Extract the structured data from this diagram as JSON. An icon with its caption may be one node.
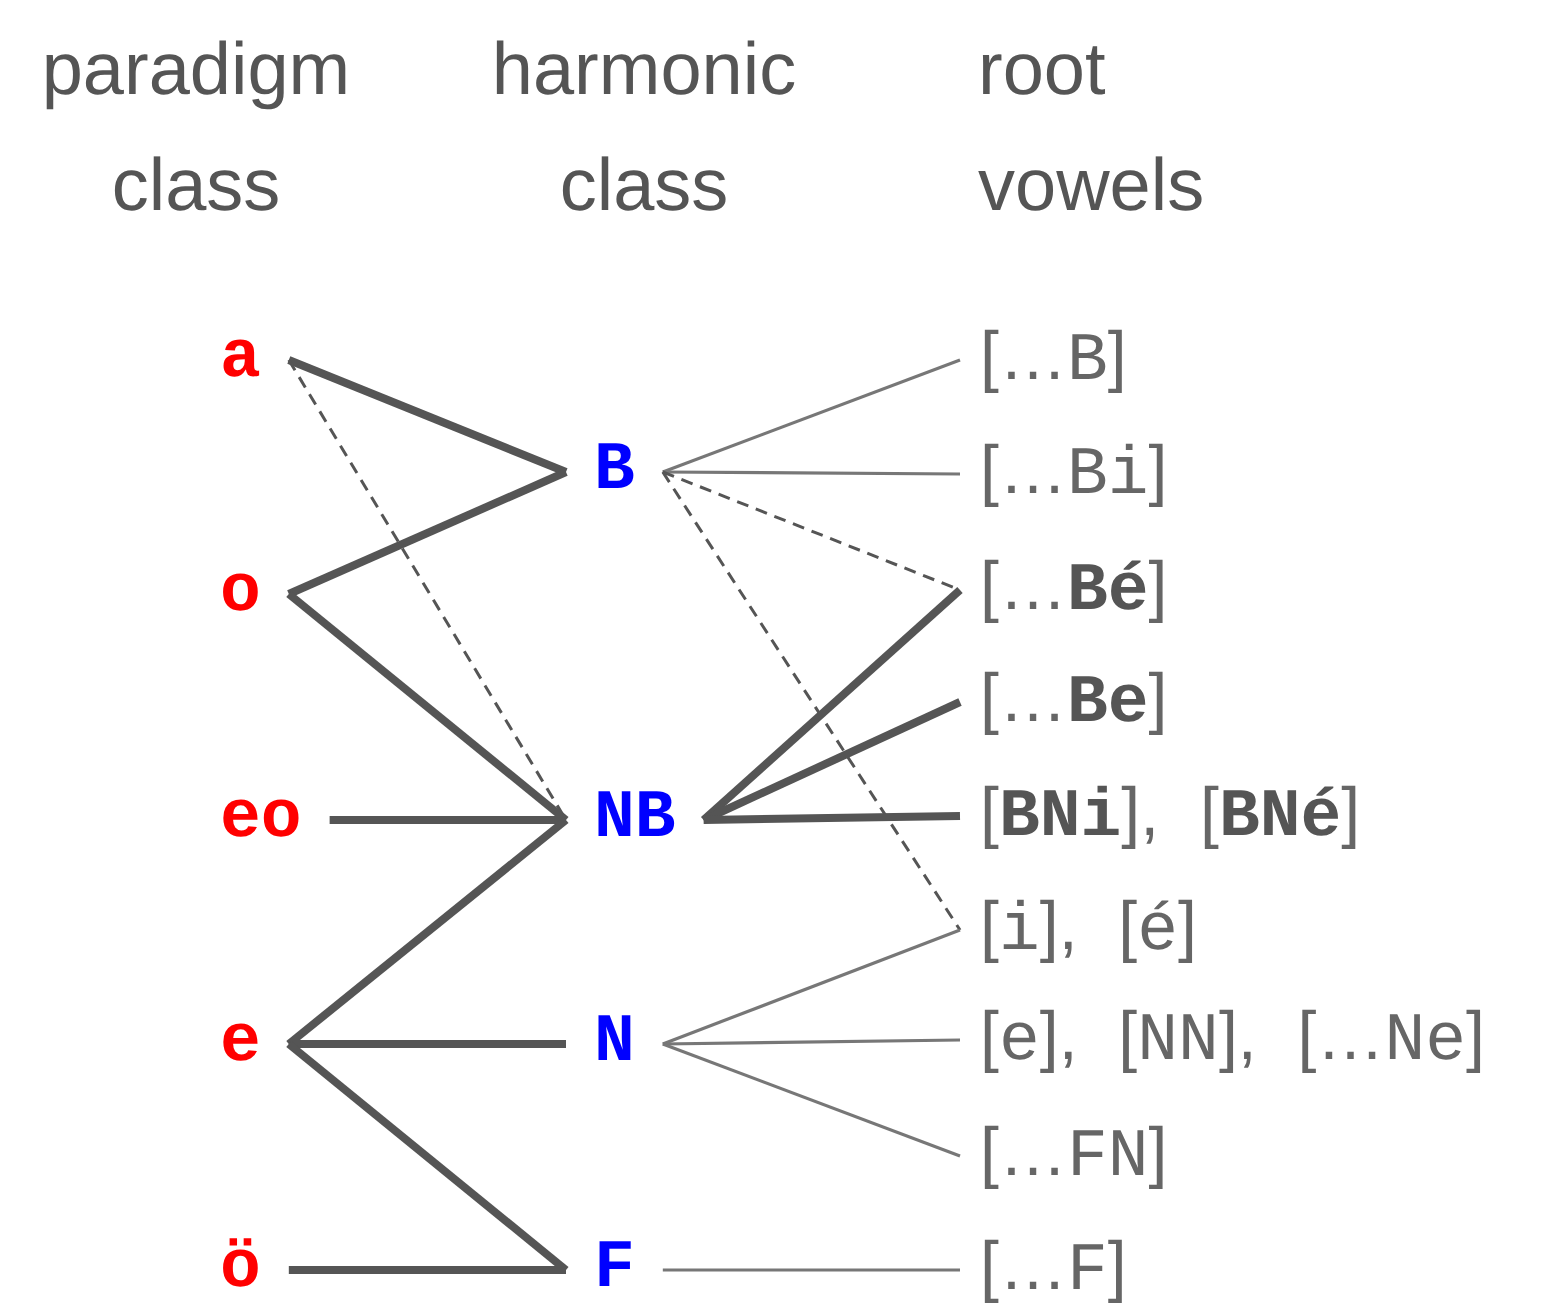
{
  "diagram": {
    "nodes": [
      {
        "text": [
          "a"
        ]
      },
      {
        "text": [
          "o"
        ]
      },
      {
        "text": [
          "eo"
        ]
      },
      {
        "text": [
          "e"
        ]
      },
      {
        "text": [
          "ö"
        ]
      },
      {
        "text": [
          "B"
        ]
      },
      {
        "text": [
          "NB"
        ]
      },
      {
        "text": [
          "N"
        ]
      },
      {
        "text": [
          "F"
        ]
      },
      {
        "text": [
          "[…B]"
        ]
      },
      {
        "text": [
          "[…Bi]"
        ]
      },
      {
        "text": [
          "[…**Bé**]"
        ]
      },
      {
        "text": [
          "[…**Be**]"
        ]
      },
      {
        "text": [
          "[**BNi**], [**BNé**]"
        ]
      },
      {
        "text": [
          "[i], [é]"
        ]
      },
      {
        "text": [
          "[e], [NN], […Ne]"
        ]
      },
      {
        "text": [
          "[…FN]"
        ]
      },
      {
        "text": [
          "[…F]"
        ]
      }
    ],
    "edges": [
      {
        "from": 0,
        "to": 5,
        "arrow": "none"
      },
      {
        "from": 0,
        "to": 6,
        "arrow": "none",
        "style": "dashed"
      },
      {
        "from": 1,
        "to": 5,
        "arrow": "none"
      },
      {
        "from": 1,
        "to": 6,
        "arrow": "none"
      },
      {
        "from": 2,
        "to": 6,
        "arrow": "none"
      },
      {
        "from": 3,
        "to": 6,
        "arrow": "none"
      },
      {
        "from": 3,
        "to": 7,
        "arrow": "none"
      },
      {
        "from": 3,
        "to": 8,
        "arrow": "none"
      },
      {
        "from": 4,
        "to": 8,
        "arrow": "none"
      },
      {
        "from": 5,
        "to": 9,
        "arrow": "none",
        "color": "#777777"
      },
      {
        "from": 5,
        "to": 10,
        "arrow": "none",
        "color": "#777777"
      },
      {
        "from": 5,
        "to": 11,
        "arrow": "none",
        "style": "dashed"
      },
      {
        "from": 5,
        "to": 14,
        "arrow": "none",
        "style": "dashed"
      },
      {
        "from": 6,
        "to": 11,
        "arrow": "none"
      },
      {
        "from": 6,
        "to": 12,
        "arrow": "none"
      },
      {
        "from": 6,
        "to": 13,
        "arrow": "none"
      },
      {
        "from": 7,
        "to": 14,
        "arrow": "none",
        "color": "#777777"
      },
      {
        "from": 7,
        "to": 15,
        "arrow": "none",
        "color": "#777777"
      },
      {
        "from": 7,
        "to": 16,
        "arrow": "none",
        "color": "#777777"
      },
      {
        "from": 8,
        "to": 17,
        "arrow": "none",
        "color": "#777777"
      }
    ],
    "labels": [
      "paradigm class",
      "harmonic class",
      "root vowels"
    ]
  }
}
